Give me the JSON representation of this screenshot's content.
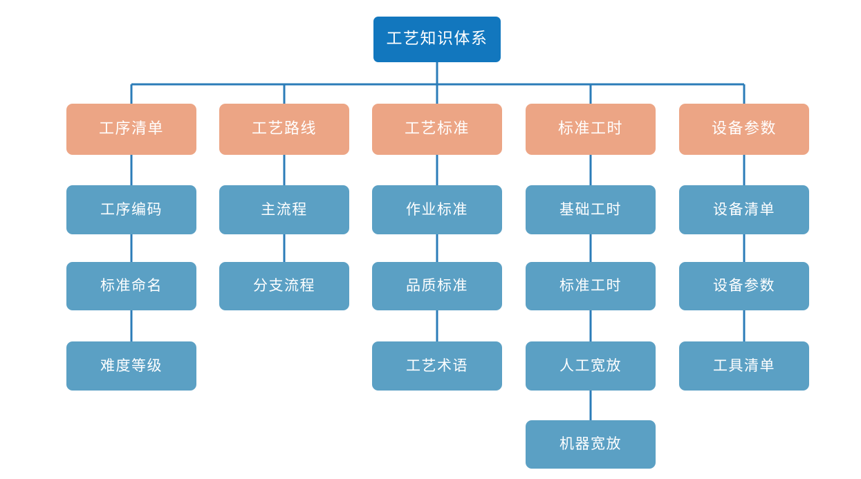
{
  "diagram": {
    "type": "tree",
    "title": "工艺知识体系",
    "orientation": "top-down",
    "colors": {
      "root": "#1277be",
      "category": "#eca585",
      "leaf": "#5ba0c4",
      "connector": "#2b7cb8",
      "text": "#ffffff",
      "background": "#ffffff"
    },
    "root": {
      "label": "工艺知识体系",
      "level": "root"
    },
    "columns": [
      {
        "category": "工序清单",
        "children": [
          "工序编码",
          "标准命名",
          "难度等级"
        ]
      },
      {
        "category": "工艺路线",
        "children": [
          "主流程",
          "分支流程"
        ]
      },
      {
        "category": "工艺标准",
        "children": [
          "作业标准",
          "品质标准",
          "工艺术语"
        ]
      },
      {
        "category": "标准工时",
        "children": [
          "基础工时",
          "标准工时",
          "人工宽放",
          "机器宽放"
        ]
      },
      {
        "category": "设备参数",
        "children": [
          "设备清单",
          "设备参数",
          "工具清单"
        ]
      }
    ]
  }
}
